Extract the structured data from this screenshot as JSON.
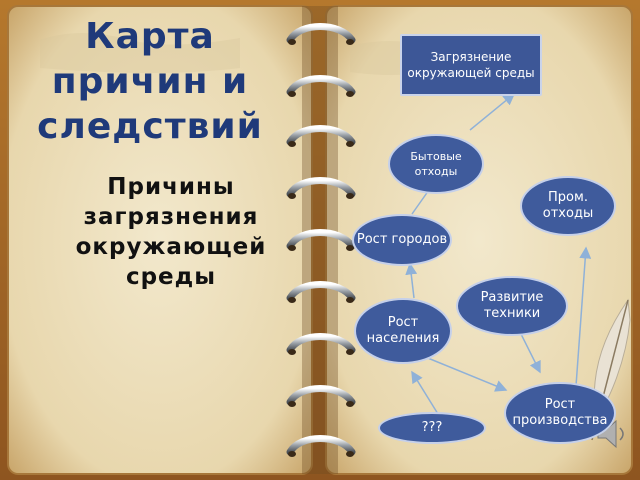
{
  "slide": {
    "title": "Карта\nпричин и\nследствий",
    "subtitle": "Причины загрязнения окружающей среды"
  },
  "diagram": {
    "top_box": "Загрязнение окружающей среды",
    "nodes": {
      "household": "Бытовые отходы",
      "industrial": "Пром. отходы",
      "city_growth": "Рост городов",
      "tech_dev": "Развитие техники",
      "population": "Рост населения",
      "production": "Рост производства",
      "unknown": "???"
    }
  },
  "colors": {
    "page": "#efe3c4",
    "node_fill": "#3f5b9c",
    "arrow": "#8fb1d8",
    "title_text": "#1f3a7a"
  },
  "icons": [
    "speaker-icon",
    "quill-feather-icon",
    "spiral-binding-rings"
  ]
}
